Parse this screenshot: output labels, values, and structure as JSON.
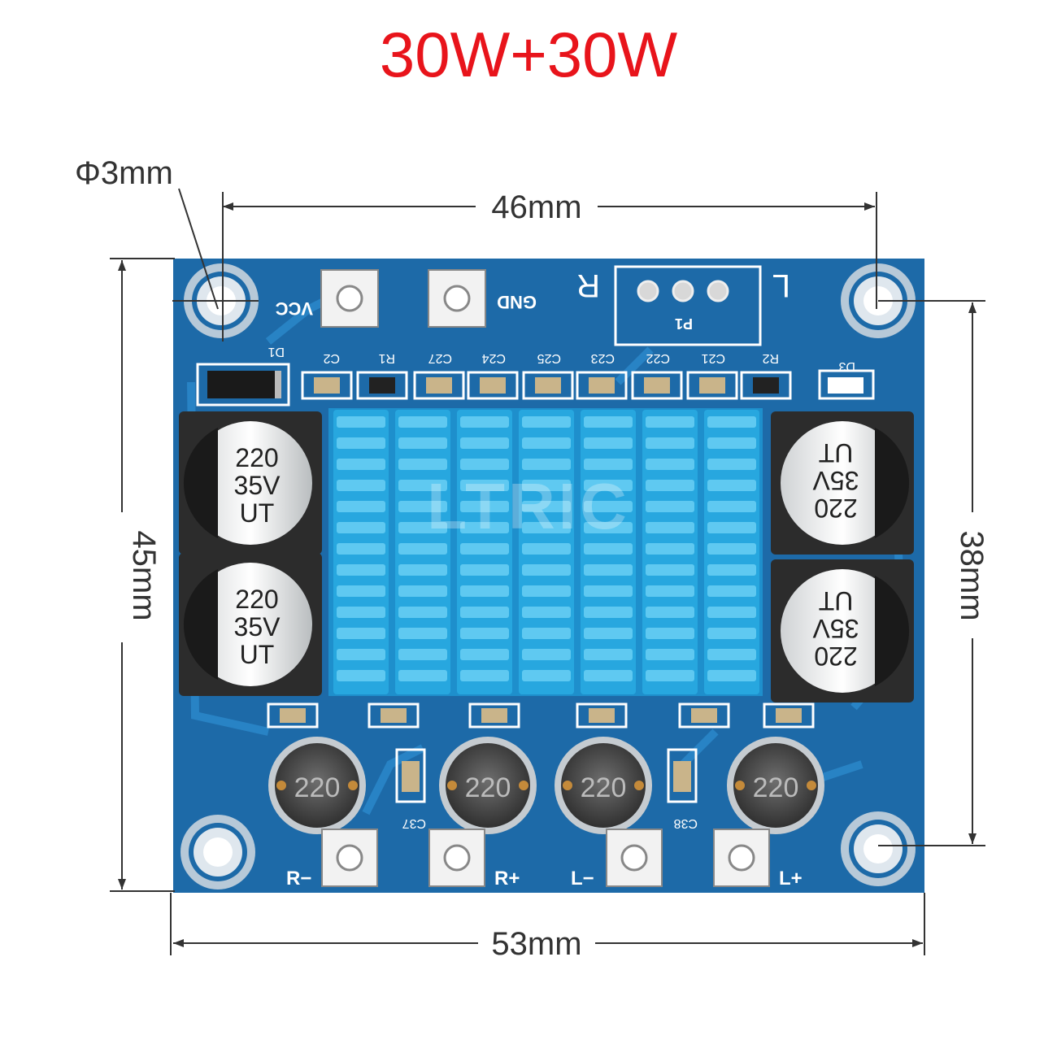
{
  "title": "30W+30W",
  "colors": {
    "title": "#e8141b",
    "board": "#1d6aa8",
    "board_dark": "#154f82",
    "trace": "#2a86c8",
    "heatsink": "#1ea0d8",
    "heatsink_fin": "#4fc3ee",
    "silk": "#ffffff",
    "pad": "#e8e8e8",
    "dimension_line": "#333333"
  },
  "dimensions": {
    "hole": "Φ3mm",
    "hole_spacing_width": "46mm",
    "board_width": "53mm",
    "board_height": "45mm",
    "hole_spacing_height": "38mm"
  },
  "terminals": {
    "vcc": "VCC",
    "gnd": "GND",
    "r_minus": "R−",
    "r_plus": "R+",
    "l_minus": "L−",
    "l_plus": "L+"
  },
  "channel_labels": {
    "right": "R",
    "left": "L"
  },
  "connector_label": "P1",
  "silkscreen_top": [
    "C2",
    "R1",
    "C27",
    "C24",
    "C25",
    "C23",
    "C22",
    "C21",
    "R2"
  ],
  "diode_labels": {
    "d1": "D1",
    "d3": "D3"
  },
  "capacitor_text": {
    "line1": "220",
    "line2": "35V",
    "line3": "UT"
  },
  "inductor_text": "220",
  "bottom_caps": {
    "c37": "C37",
    "c38": "C38"
  },
  "watermark": "LTRIC"
}
